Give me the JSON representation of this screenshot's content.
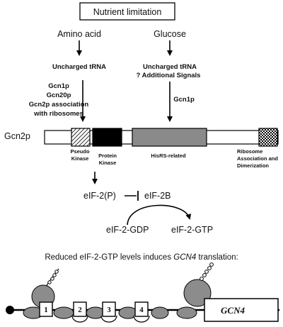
{
  "title": "Nutrient limitation",
  "branch_left": {
    "label": "Amino acid",
    "signal": "Uncharged tRNA",
    "factors": [
      "Gcn1p",
      "Gcn20p",
      "Gcn2p association",
      "with ribosomes"
    ]
  },
  "branch_right": {
    "label": "Glucose",
    "signal_line1": "Uncharged tRNA",
    "signal_line2": "? Additional Signals",
    "factor": "Gcn1p"
  },
  "protein": {
    "name": "Gcn2p",
    "domains": [
      {
        "label_lines": [
          "Pseudo",
          "Kinase"
        ],
        "fill": "hatched"
      },
      {
        "label_lines": [
          "Protein",
          "Kinase"
        ],
        "fill": "#000000"
      },
      {
        "label_lines": [
          "HisRS-related"
        ],
        "fill": "#8a8a8a"
      },
      {
        "label_lines": [
          "Ribosome",
          "Association and",
          "Dimerization"
        ],
        "fill": "checkered"
      }
    ]
  },
  "pathway": {
    "eif2p": "eIF-2(P)",
    "eif2b": "eIF-2B",
    "gdp": "eIF-2-GDP",
    "gtp": "eIF-2-GTP"
  },
  "caption": {
    "prefix": "Reduced eIF-2-GTP levels induces ",
    "gene": "GCN4",
    "suffix": " translation:"
  },
  "mrna": {
    "uorfs": [
      "1",
      "2",
      "3",
      "4"
    ],
    "gene_label": "GCN4"
  },
  "colors": {
    "ribosome": "#8c8c8c",
    "hisrs": "#8a8a8a",
    "kinase": "#000000",
    "line": "#000000"
  }
}
